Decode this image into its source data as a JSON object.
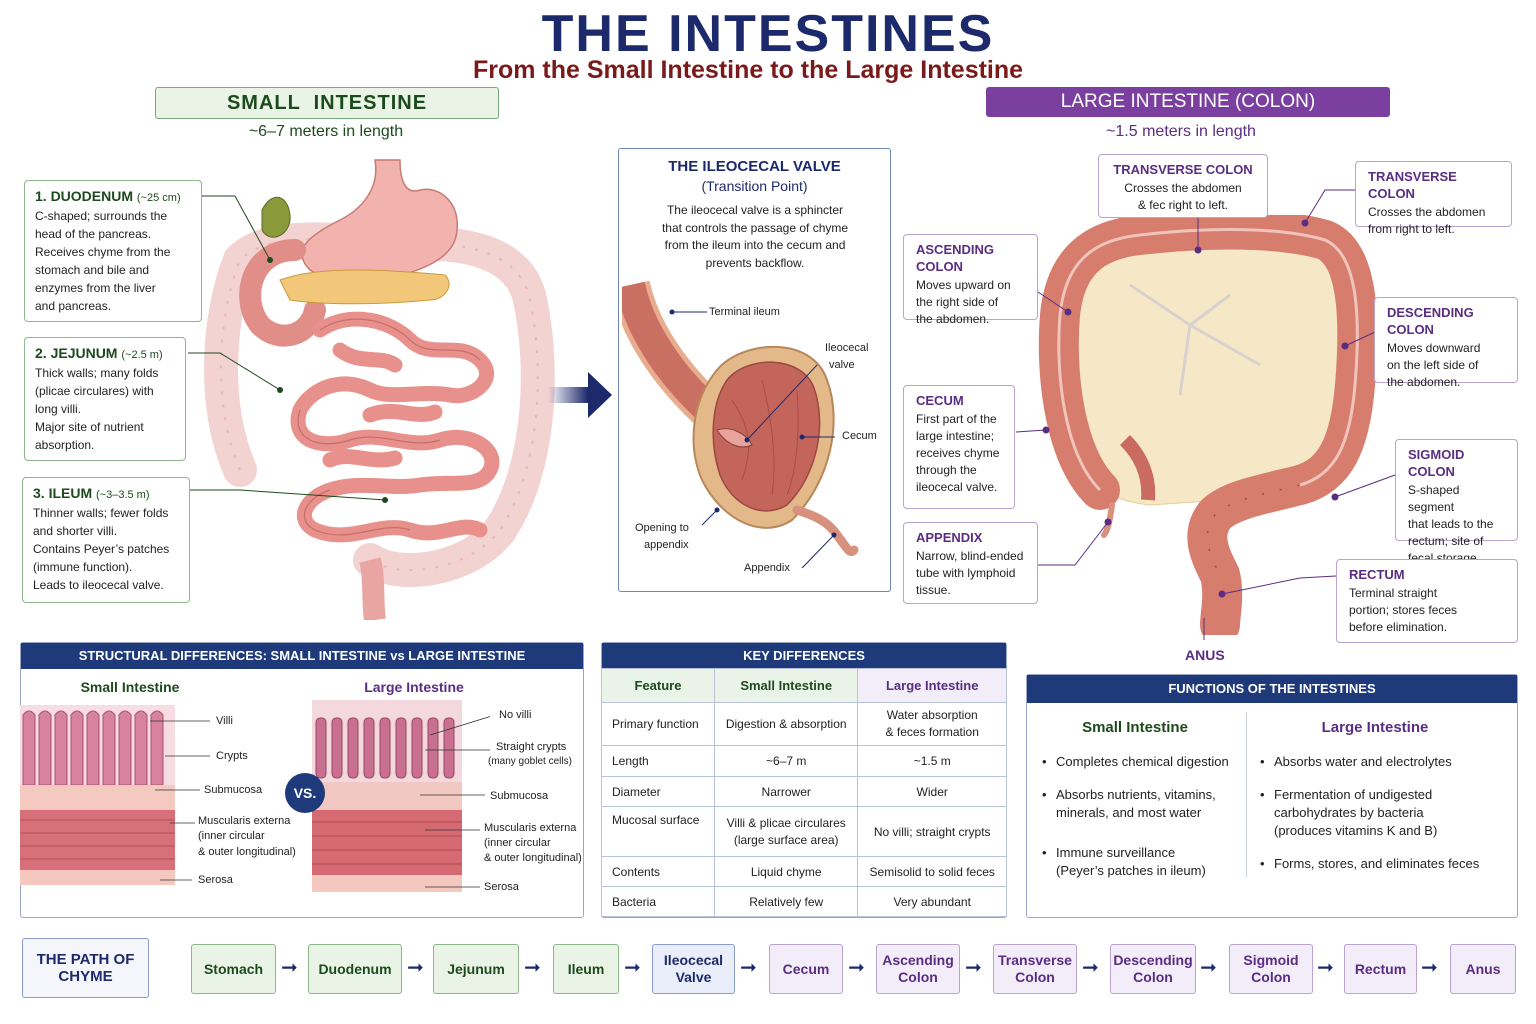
{
  "title": "THE INTESTINES",
  "subtitle": "From the Small Intestine to the Large Intestine",
  "small": {
    "banner": "SMALL  INTESTINE",
    "length": "~6–7 meters in length",
    "duodenum": {
      "name": "1.  DUODENUM",
      "size": "(~25 cm)",
      "text": [
        "C-shaped; surrounds the",
        "head of the pancreas.",
        "Receives chyme from the",
        "stomach and bile and",
        "enzymes from the liver",
        "and pancreas."
      ]
    },
    "jejunum": {
      "name": "2.  JEJUNUM",
      "size": "(~2.5 m)",
      "text": [
        "Thick walls; many folds",
        "(plicae circulares) with",
        "long villi.",
        "Major site of nutrient",
        "absorption."
      ]
    },
    "ileum": {
      "name": "3.  ILEUM",
      "size": "(~3–3.5 m)",
      "text": [
        "Thinner walls; fewer folds",
        "and shorter villi.",
        "Contains Peyer’s patches",
        "(immune function).",
        "Leads to ileocecal valve."
      ]
    }
  },
  "valve": {
    "title": "THE ILEOCECAL VALVE",
    "subtitle": "(Transition Point)",
    "desc": [
      "The ileocecal valve is a sphincter",
      "that controls the passage of chyme",
      "from the ileum into the cecum and",
      "prevents backflow."
    ],
    "labels": {
      "terminal_ileum": "Terminal ileum",
      "valve1": "Ileocecal",
      "valve2": "valve",
      "cecum": "Cecum",
      "opening1": "Opening to",
      "opening2": "appendix",
      "appendix": "Appendix"
    }
  },
  "large": {
    "banner": "LARGE INTESTINE (COLON)",
    "length": "~1.5 meters in length",
    "transverse_a": {
      "name": "TRANSVERSE COLON",
      "text": [
        "Crosses the abdomen",
        "& fec right to left."
      ]
    },
    "transverse_b": {
      "name": "TRANSVERSE COLON",
      "text": [
        "Crosses the abdomen",
        "from right to left."
      ]
    },
    "ascending": {
      "name": "ASCENDING COLON",
      "text": [
        "Moves upward on",
        "the right side of",
        "the abdomen."
      ]
    },
    "descending": {
      "name": "DESCENDING COLON",
      "text": [
        "Moves downward",
        "on the left side of",
        "the abdomen."
      ]
    },
    "cecum": {
      "name": "CECUM",
      "text": [
        "First part of the",
        "large intestine;",
        "receives chyme",
        "through the",
        "ileocecal valve."
      ]
    },
    "appendix": {
      "name": "APPENDIX",
      "text": [
        "Narrow, blind-ended",
        "tube with lymphoid",
        "tissue."
      ]
    },
    "sigmoid": {
      "name": "SIGMOID COLON",
      "text": [
        "S-shaped segment",
        "that leads to the",
        "rectum; site of",
        "fecal storage."
      ]
    },
    "rectum": {
      "name": "RECTUM",
      "text": [
        "Terminal straight",
        "portion; stores feces",
        "before elimination."
      ]
    },
    "anus": "ANUS"
  },
  "structural": {
    "header": "STRUCTURAL DIFFERENCES: SMALL INTESTINE vs LARGE INTESTINE",
    "small_title": "Small Intestine",
    "large_title": "Large Intestine",
    "vs": "VS.",
    "small_labels": [
      "Villi",
      "Crypts",
      "Submucosa",
      "Muscularis externa",
      "(inner circular",
      "& outer longitudinal)",
      "Serosa"
    ],
    "large_labels": [
      "No villi",
      "Straight crypts",
      "(many goblet cells)",
      "Submucosa",
      "Muscularis externa",
      "(inner circular",
      "& outer longitudinal)",
      "Serosa"
    ]
  },
  "key_differences": {
    "header": "KEY DIFFERENCES",
    "columns": [
      "Feature",
      "Small Intestine",
      "Large Intestine"
    ],
    "rows": [
      [
        "Primary function",
        "Digestion & absorption",
        "Water absorption\n& feces formation"
      ],
      [
        "Length",
        "~6–7 m",
        "~1.5 m"
      ],
      [
        "Diameter",
        "Narrower",
        "Wider"
      ],
      [
        "Mucosal surface",
        "Villi & plicae circulares\n(large surface area)",
        "No villi; straight crypts"
      ],
      [
        "Contents",
        "Liquid chyme",
        "Semisolid to solid feces"
      ],
      [
        "Bacteria",
        "Relatively few",
        "Very abundant"
      ]
    ]
  },
  "functions": {
    "header": "FUNCTIONS OF THE INTESTINES",
    "small_title": "Small Intestine",
    "large_title": "Large Intestine",
    "small_items": [
      "Completes chemical digestion",
      "Absorbs nutrients, vitamins,\nminerals, and most water",
      "Immune surveillance\n(Peyer’s patches in ileum)"
    ],
    "large_items": [
      "Absorbs water and electrolytes",
      "Fermentation of undigested\ncarbohydrates by bacteria\n(produces vitamins K and B)",
      "Forms, stores, and eliminates feces"
    ]
  },
  "path": {
    "label": "THE PATH OF\nCHYME",
    "steps": [
      "Stomach",
      "Duodenum",
      "Jejunum",
      "Ileum",
      "Ileocecal\nValve",
      "Cecum",
      "Ascending\nColon",
      "Transverse\nColon",
      "Descending\nColon",
      "Sigmoid\nColon",
      "Rectum",
      "Anus"
    ]
  },
  "colors": {
    "navy": "#1c2a6b",
    "green": "#1d4a1d",
    "purple": "#5a2d82",
    "maroon": "#7b1a1a",
    "tissue": "#e89a96"
  }
}
